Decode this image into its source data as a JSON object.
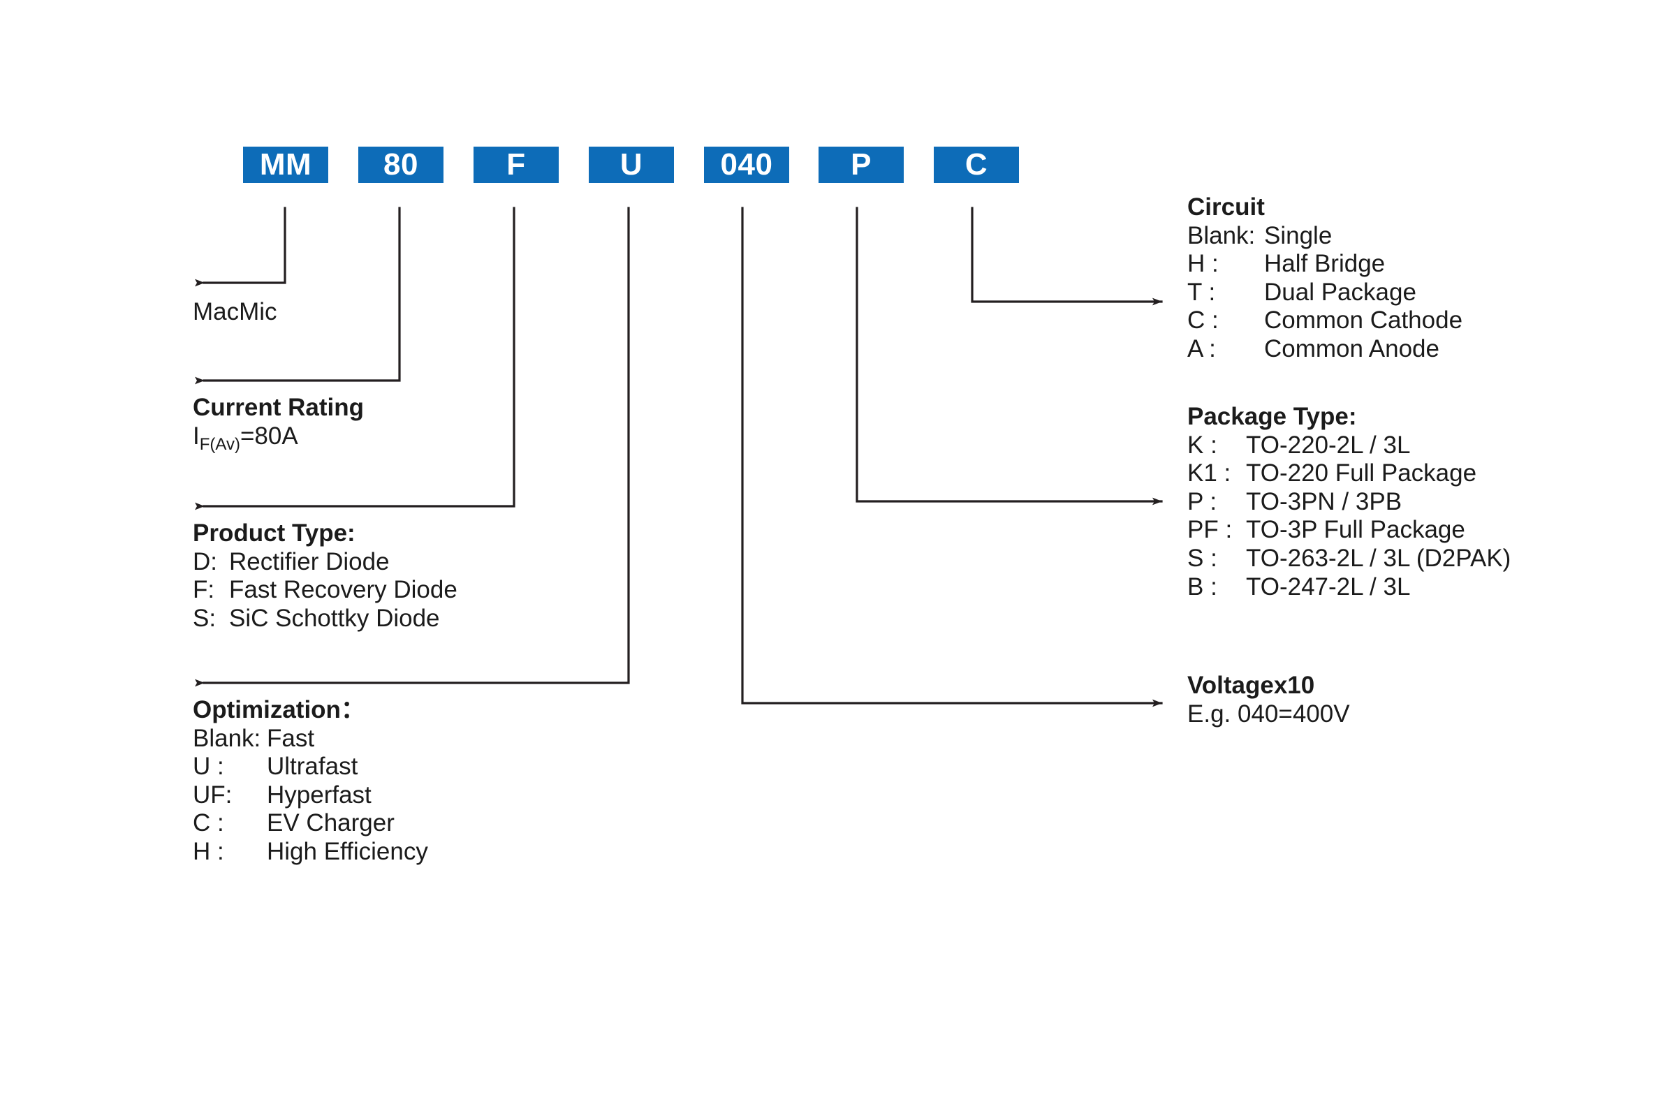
{
  "part_number": {
    "segments": [
      {
        "id": "manufacturer",
        "label": "MM"
      },
      {
        "id": "current-rating",
        "label": "80"
      },
      {
        "id": "product-type",
        "label": "F"
      },
      {
        "id": "optimization",
        "label": "U"
      },
      {
        "id": "voltage",
        "label": "040"
      },
      {
        "id": "package-type",
        "label": "P"
      },
      {
        "id": "circuit",
        "label": "C"
      }
    ]
  },
  "blocks": {
    "manufacturer": {
      "title": "MacMic",
      "title_bold": false
    },
    "current_rating": {
      "title": "Current Rating",
      "value_prefix": "I",
      "value_sub": "F(Av)",
      "value_suffix": "=80A"
    },
    "product_type": {
      "title": "Product Type:",
      "rows": [
        {
          "code": "D:",
          "value": "Rectifier Diode"
        },
        {
          "code": "F:",
          "value": "Fast Recovery Diode"
        },
        {
          "code": "S:",
          "value": "SiC Schottky Diode"
        }
      ]
    },
    "optimization": {
      "title": "Optimization：",
      "rows": [
        {
          "code": "Blank:",
          "value": "Fast"
        },
        {
          "code": "U  :",
          "value": "Ultrafast"
        },
        {
          "code": "UF:",
          "value": "Hyperfast"
        },
        {
          "code": "C  :",
          "value": "EV Charger"
        },
        {
          "code": "H  :",
          "value": "High Efficiency"
        }
      ]
    },
    "circuit": {
      "title": "Circuit",
      "rows": [
        {
          "code": "Blank:",
          "value": "Single"
        },
        {
          "code": "H :",
          "value": "Half Bridge"
        },
        {
          "code": "T :",
          "value": "Dual Package"
        },
        {
          "code": "C :",
          "value": "Common Cathode"
        },
        {
          "code": "A :",
          "value": "Common Anode"
        }
      ]
    },
    "package_type": {
      "title": "Package Type:",
      "rows": [
        {
          "code": "K   :",
          "value": "TO-220-2L / 3L"
        },
        {
          "code": "K1 :",
          "value": "TO-220 Full Package"
        },
        {
          "code": "P   :",
          "value": "TO-3PN / 3PB"
        },
        {
          "code": "PF :",
          "value": "TO-3P Full Package"
        },
        {
          "code": "S   :",
          "value": "TO-263-2L / 3L (D2PAK)"
        },
        {
          "code": "B   :",
          "value": "TO-247-2L / 3L"
        }
      ]
    },
    "voltage": {
      "title": "Voltagex10",
      "example": "E.g. 040=400V"
    }
  },
  "colors": {
    "box_blue": "#0d6cb8",
    "box_text": "#ffffff",
    "text": "#1b1b1b",
    "leader_line": "#231f20",
    "background": "#ffffff"
  }
}
